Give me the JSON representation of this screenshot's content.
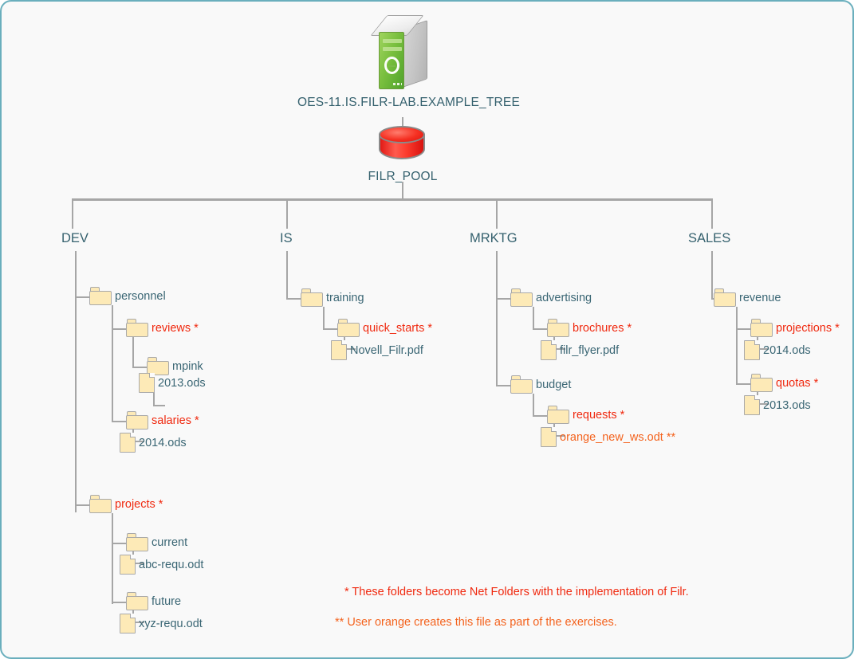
{
  "diagram": {
    "title": "Filr lab example file system tree",
    "colors": {
      "frame_border": "#6aafbd",
      "background": "#f9f9f9",
      "text": "#3a6674",
      "net_folder_red": "#f0290f",
      "orange_note": "#f4631e",
      "connector": "#a6a6a6",
      "folder_fill": "#fdeab7",
      "folder_border": "#a9a9a9"
    },
    "root": {
      "server_label": "OES-11.IS.FILR-LAB.EXAMPLE_TREE",
      "server_icon": "server-tower-icon",
      "pool_label": "FILR_POOL",
      "pool_icon": "disk-pool-icon"
    },
    "volumes": [
      {
        "name": "DEV"
      },
      {
        "name": "IS"
      },
      {
        "name": "MRKTG"
      },
      {
        "name": "SALES"
      }
    ],
    "nodes": {
      "dev": [
        {
          "label": "personnel",
          "icon": "folder-icon",
          "color": "default"
        },
        {
          "label": "reviews *",
          "icon": "folder-icon",
          "color": "red"
        },
        {
          "label": "mpink",
          "icon": "folder-icon",
          "color": "default"
        },
        {
          "label": "2013.ods",
          "icon": "file-icon",
          "color": "default"
        },
        {
          "label": "salaries *",
          "icon": "folder-icon",
          "color": "red"
        },
        {
          "label": "2014.ods",
          "icon": "file-icon",
          "color": "default"
        },
        {
          "label": "projects *",
          "icon": "folder-icon",
          "color": "red"
        },
        {
          "label": "current",
          "icon": "folder-icon",
          "color": "default"
        },
        {
          "label": "abc-requ.odt",
          "icon": "file-icon",
          "color": "default"
        },
        {
          "label": "future",
          "icon": "folder-icon",
          "color": "default"
        },
        {
          "label": "xyz-requ.odt",
          "icon": "file-icon",
          "color": "default"
        }
      ],
      "is": [
        {
          "label": "training",
          "icon": "folder-icon",
          "color": "default"
        },
        {
          "label": "quick_starts *",
          "icon": "folder-icon",
          "color": "red"
        },
        {
          "label": "Novell_Filr.pdf",
          "icon": "file-icon",
          "color": "default"
        }
      ],
      "mrktg": [
        {
          "label": "advertising",
          "icon": "folder-icon",
          "color": "default"
        },
        {
          "label": "brochures *",
          "icon": "folder-icon",
          "color": "red"
        },
        {
          "label": "filr_flyer.pdf",
          "icon": "file-icon",
          "color": "default"
        },
        {
          "label": "budget",
          "icon": "folder-icon",
          "color": "default"
        },
        {
          "label": "requests *",
          "icon": "folder-icon",
          "color": "red"
        },
        {
          "label": "orange_new_ws.odt **",
          "icon": "file-icon",
          "color": "orange"
        }
      ],
      "sales": [
        {
          "label": "revenue",
          "icon": "folder-icon",
          "color": "default"
        },
        {
          "label": "projections *",
          "icon": "folder-icon",
          "color": "red"
        },
        {
          "label": "2014.ods",
          "icon": "file-icon",
          "color": "default"
        },
        {
          "label": "quotas *",
          "icon": "folder-icon",
          "color": "red"
        },
        {
          "label": "2013.ods",
          "icon": "file-icon",
          "color": "default"
        }
      ]
    },
    "legend": [
      {
        "text": "* These folders become Net Folders with the implementation of Filr.",
        "color": "red"
      },
      {
        "text": "** User orange creates this file as part of the exercises.",
        "color": "orange"
      }
    ]
  }
}
